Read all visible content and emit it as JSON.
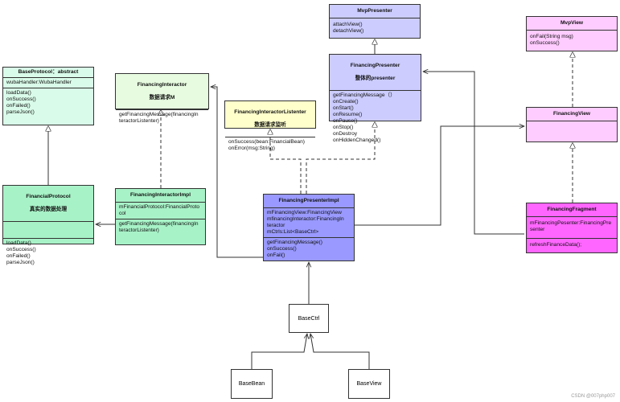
{
  "colors": {
    "mint": "#d9fbe9",
    "green": "#a7f2c7",
    "lightgreen": "#e6fbdf",
    "yellow": "#ffffcc",
    "lavender": "#ccccff",
    "purple": "#9999ff",
    "pink": "#ffccff",
    "magenta": "#ff66ff"
  },
  "boxes": {
    "base_protocol": {
      "title": "BaseProtocol：abstract",
      "fields": [
        "wubaHandler:WubaHandler"
      ],
      "methods": [
        "loadData()",
        "onSuccess()",
        "onFailed()",
        "parseJson()"
      ]
    },
    "financing_interactor": {
      "title": "FinancingInteractor",
      "subtitle": "数据请求M",
      "methods": [
        "getFinancingMessage(financingIn",
        "teractorListenter)"
      ]
    },
    "interactor_listener": {
      "title": "FinancingInteractorListenter",
      "subtitle": "数据请求监听",
      "methods": [
        "onSuccess(bean:FinancialBean)",
        "onError(msg:String)"
      ]
    },
    "mvp_presenter": {
      "title": "MvpPresenter",
      "methods": [
        "attachView()",
        "detachView()"
      ]
    },
    "financing_presenter": {
      "title": "FinancingPresenter",
      "subtitle": "整体的presenter",
      "methods": [
        "getFinancingMessage（）",
        "onCreate()",
        "onStart()",
        "onResume()",
        "onPause()",
        "onStop()",
        "onDestroy",
        "onHiddenChanged()"
      ]
    },
    "mvp_view": {
      "title": "MvpView",
      "methods": [
        "onFail(String msg)",
        "onSuccess()"
      ]
    },
    "financing_view": {
      "title": "FinancingView"
    },
    "financial_protocol": {
      "title": "FinancialProtocol",
      "subtitle": "真实的数据处理",
      "methods": [
        "loadData()",
        "onSuccess()",
        "onFailed()",
        "parseJson()"
      ]
    },
    "interactor_impl": {
      "title": "FinancingInteractorImpl",
      "fields": [
        "mFinancialProtocol:FinancialProto",
        "col"
      ],
      "methods": [
        "getFinancingMessage(financingIn",
        "teractorListenter)"
      ]
    },
    "presenter_impl": {
      "title": "FinancingPresenterImpl",
      "fields": [
        "mFinancingView:FinancingView",
        "mfinancingInteractor:FinancingIn",
        "teractor",
        "mCtrls:List<BaseCtrl>"
      ],
      "methods": [
        "getFinancingMessage()",
        "onSuccess()",
        "onFail()"
      ]
    },
    "financing_fragment": {
      "title": "FinancingFragment",
      "fields": [
        "mFinancingPesenter:FinancingPre",
        "senter"
      ],
      "methods": [
        "refreshFinanceData();"
      ]
    },
    "base_ctrl": {
      "title": "BaseCtrl"
    },
    "base_bean": {
      "title": "BaseBean"
    },
    "base_view": {
      "title": "BaseView"
    }
  },
  "watermark": "CSDN @007php007"
}
